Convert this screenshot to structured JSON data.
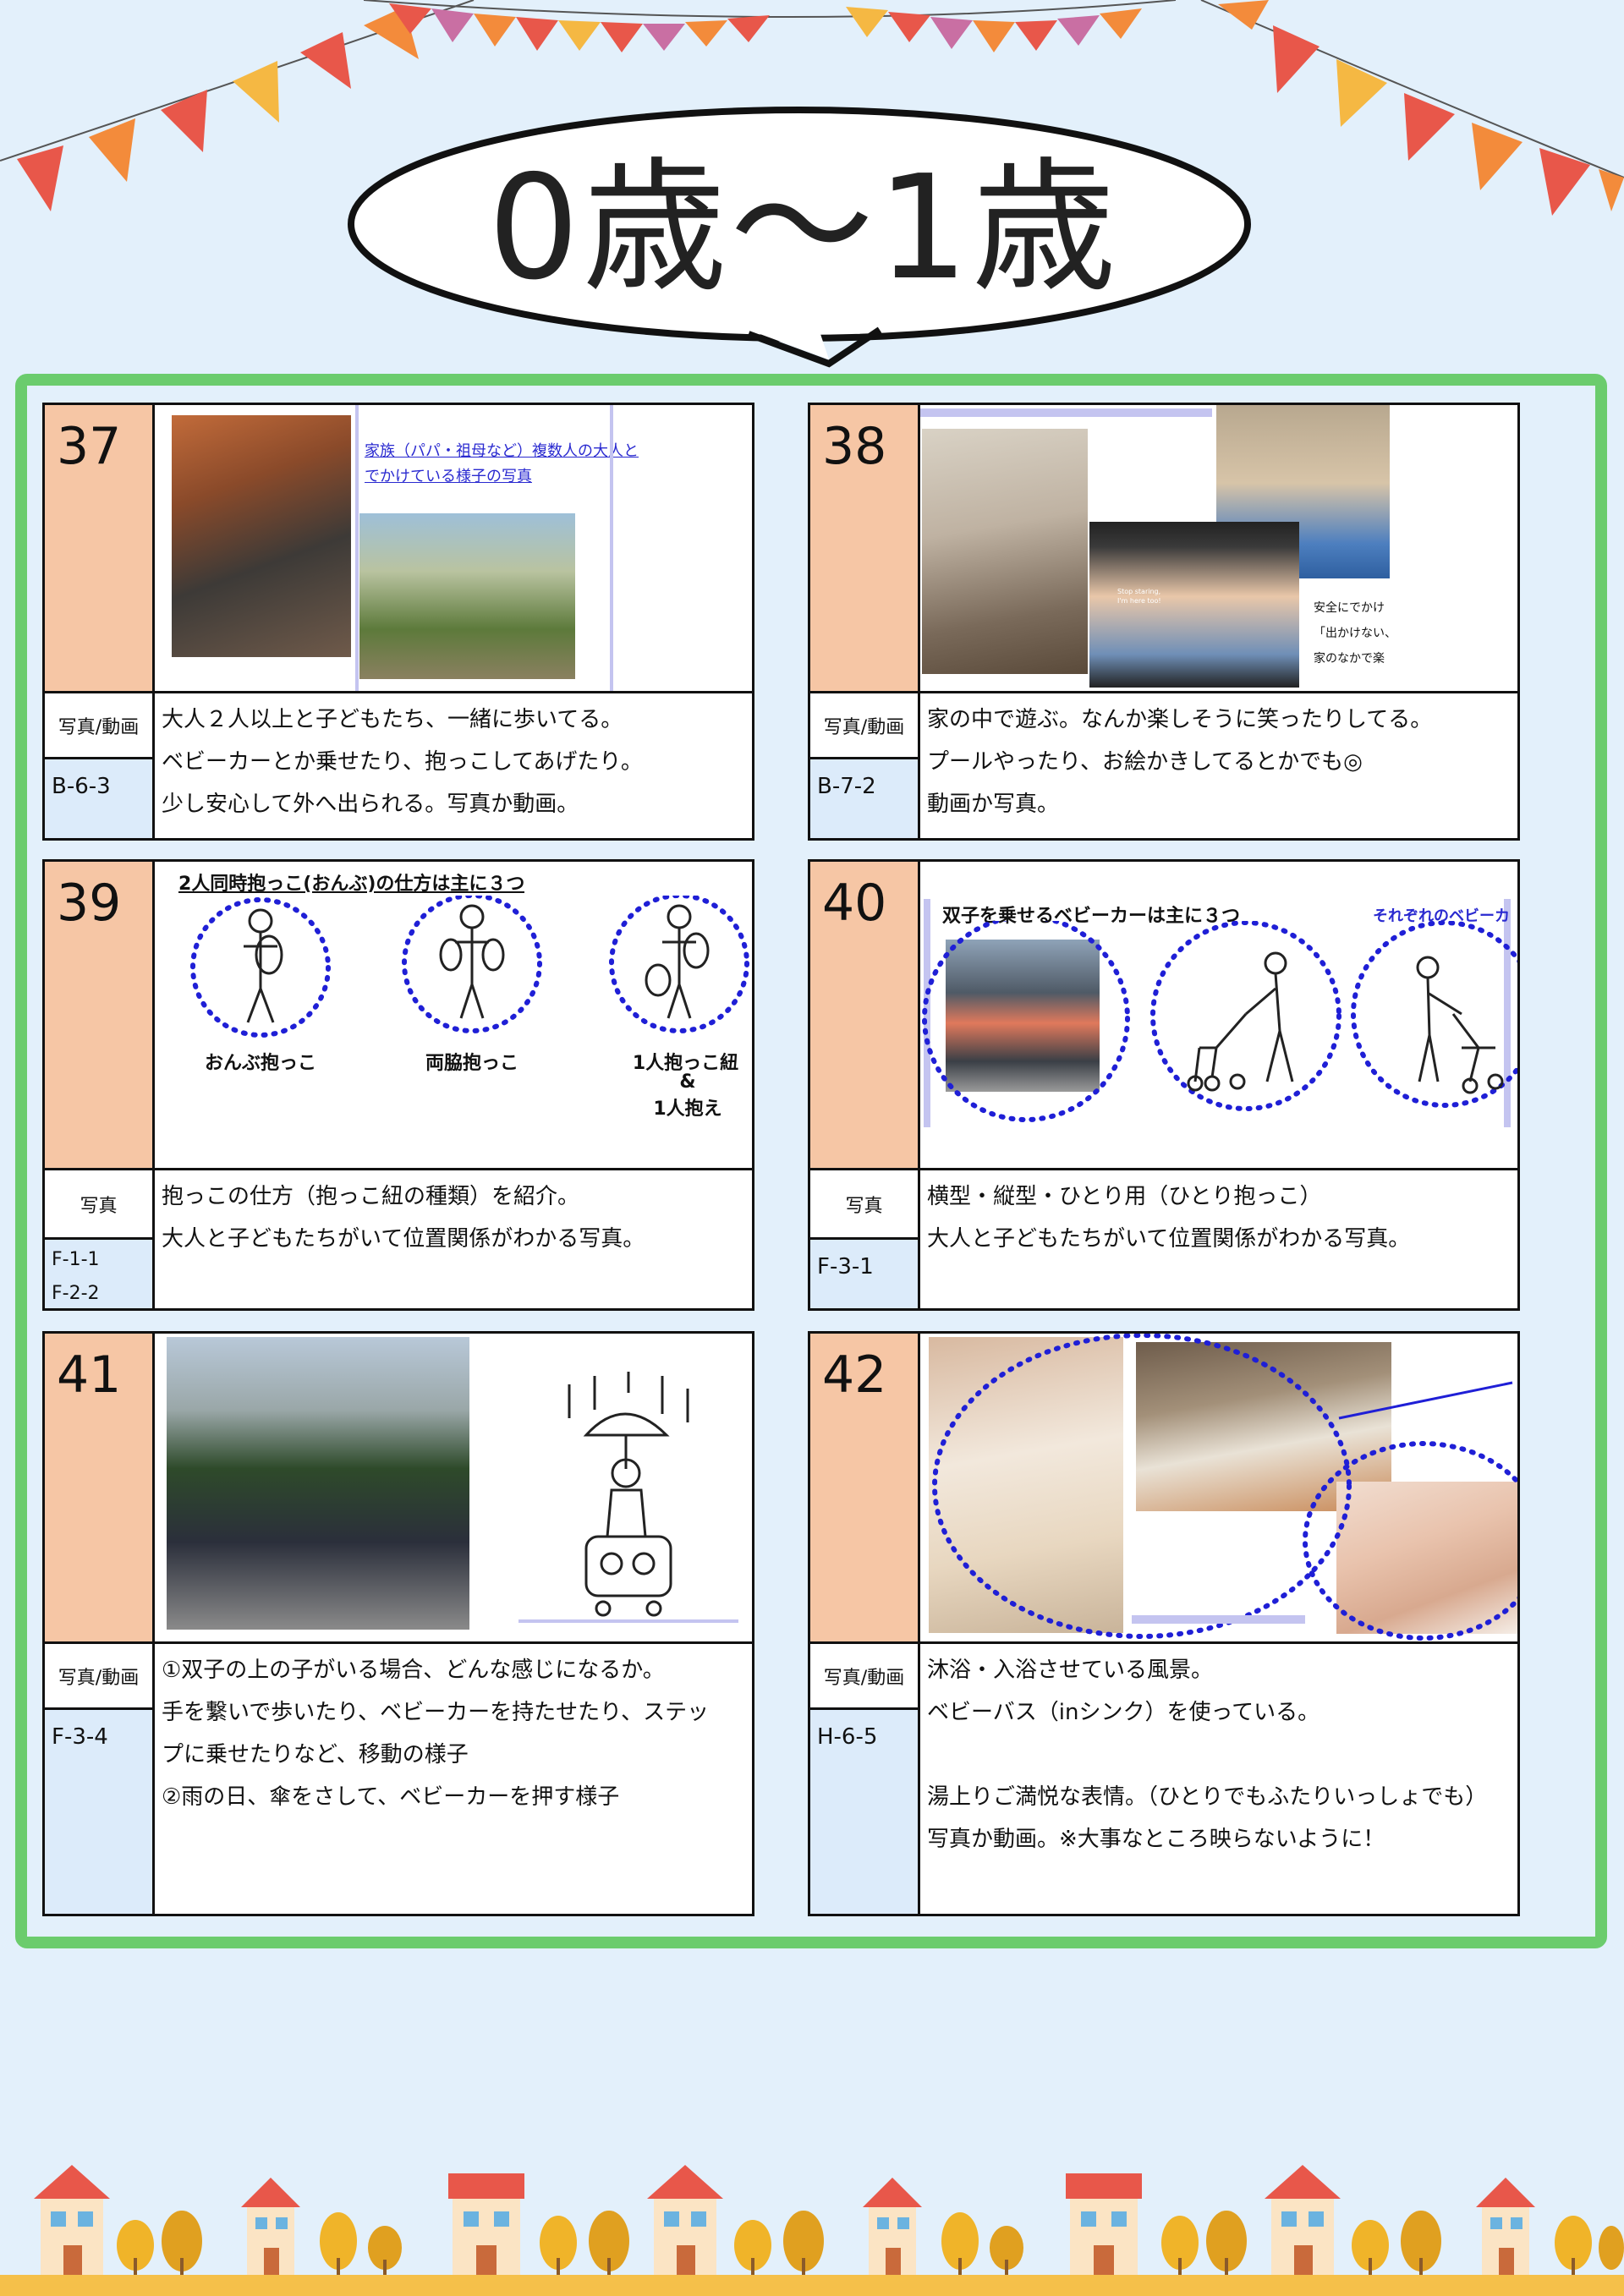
{
  "header": {
    "title": "0歳～1歳"
  },
  "colors": {
    "background": "#e3f0fb",
    "frame_green": "#6bcc6d",
    "number_cell": "#f6c6a5",
    "code_cell": "#dcebfa",
    "dotted_circle": "#1f1fd6"
  },
  "cards": [
    {
      "number": "37",
      "type": "写真/動画",
      "codes": [
        "B-6-3"
      ],
      "description": "大人２人以上と子どもたち、一緒に歩いてる。\nベビーカーとか乗せたり、抱っこしてあげたり。\n少し安心して外へ出られる。写真か動画。",
      "image_note": "家族（パパ・祖母など）複数人の大人と\nでかけている様子の写真"
    },
    {
      "number": "38",
      "type": "写真/動画",
      "codes": [
        "B-7-2"
      ],
      "description": "家の中で遊ぶ。なんか楽しそうに笑ったりしてる。\nプールやったり、お絵かきしてるとかでも◎\n動画か写真。",
      "image_note": "安全にでかけ\n「出かけない、\n家のなかで楽",
      "bib_text": "Stop staring,\nI'm here too!"
    },
    {
      "number": "39",
      "type": "写真",
      "codes": [
        "F-1-1",
        "F-2-2"
      ],
      "description": "抱っこの仕方（抱っこ紐の種類）を紹介。\n大人と子どもたちがいて位置関係がわかる写真。",
      "image_heading": "2人同時抱っこ(おんぶ)の仕方は主に３つ",
      "captions": [
        "おんぶ抱っこ",
        "両脇抱っこ",
        "1人抱っこ紐",
        "&",
        "1人抱え"
      ]
    },
    {
      "number": "40",
      "type": "写真",
      "codes": [
        "F-3-1"
      ],
      "description": "横型・縦型・ひとり用（ひとり抱っこ）\n大人と子どもたちがいて位置関係がわかる写真。",
      "image_heading": "双子を乗せるベビーカーは主に３つ",
      "image_note": "それぞれのベビーカーの写"
    },
    {
      "number": "41",
      "type": "写真/動画",
      "codes": [
        "F-3-4"
      ],
      "description": "①双子の上の子がいる場合、どんな感じになるか。\n手を繋いで歩いたり、ベビーカーを持たせたり、ステッ\nプに乗せたりなど、移動の様子\n②雨の日、傘をさして、ベビーカーを押す様子"
    },
    {
      "number": "42",
      "type": "写真/動画",
      "codes": [
        "H-6-5"
      ],
      "description": "沐浴・入浴させている風景。\nベビーバス（inシンク）を使っている。\n\n湯上りご満悦な表情。（ひとりでもふたりいっしょでも）\n写真か動画。※大事なところ映らないように！"
    }
  ]
}
